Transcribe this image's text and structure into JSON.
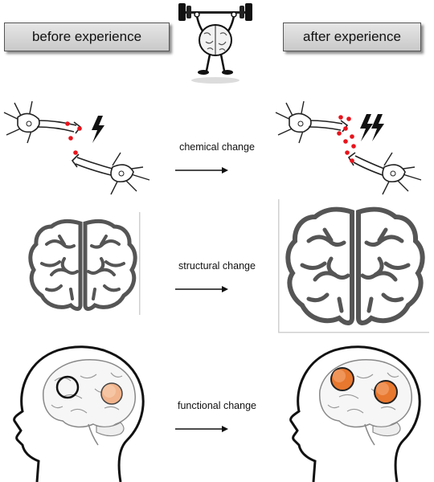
{
  "header": {
    "before_label": "before experience",
    "after_label": "after experience",
    "lifter_icon": "weightlifting-brain-icon"
  },
  "rows": [
    {
      "change_label": "chemical change",
      "icon": "neuron-synapse-icon"
    },
    {
      "change_label": "structural change",
      "icon": "brain-top-view-icon"
    },
    {
      "change_label": "functional change",
      "icon": "head-profile-brain-icon"
    }
  ],
  "colors": {
    "neurotransmitter": "#e8141c",
    "active_region": "#e8782e",
    "brain_fill": "#ffffff",
    "box_gradient_top": "#e6e6e6",
    "box_gradient_bottom": "#c9c9c9"
  }
}
